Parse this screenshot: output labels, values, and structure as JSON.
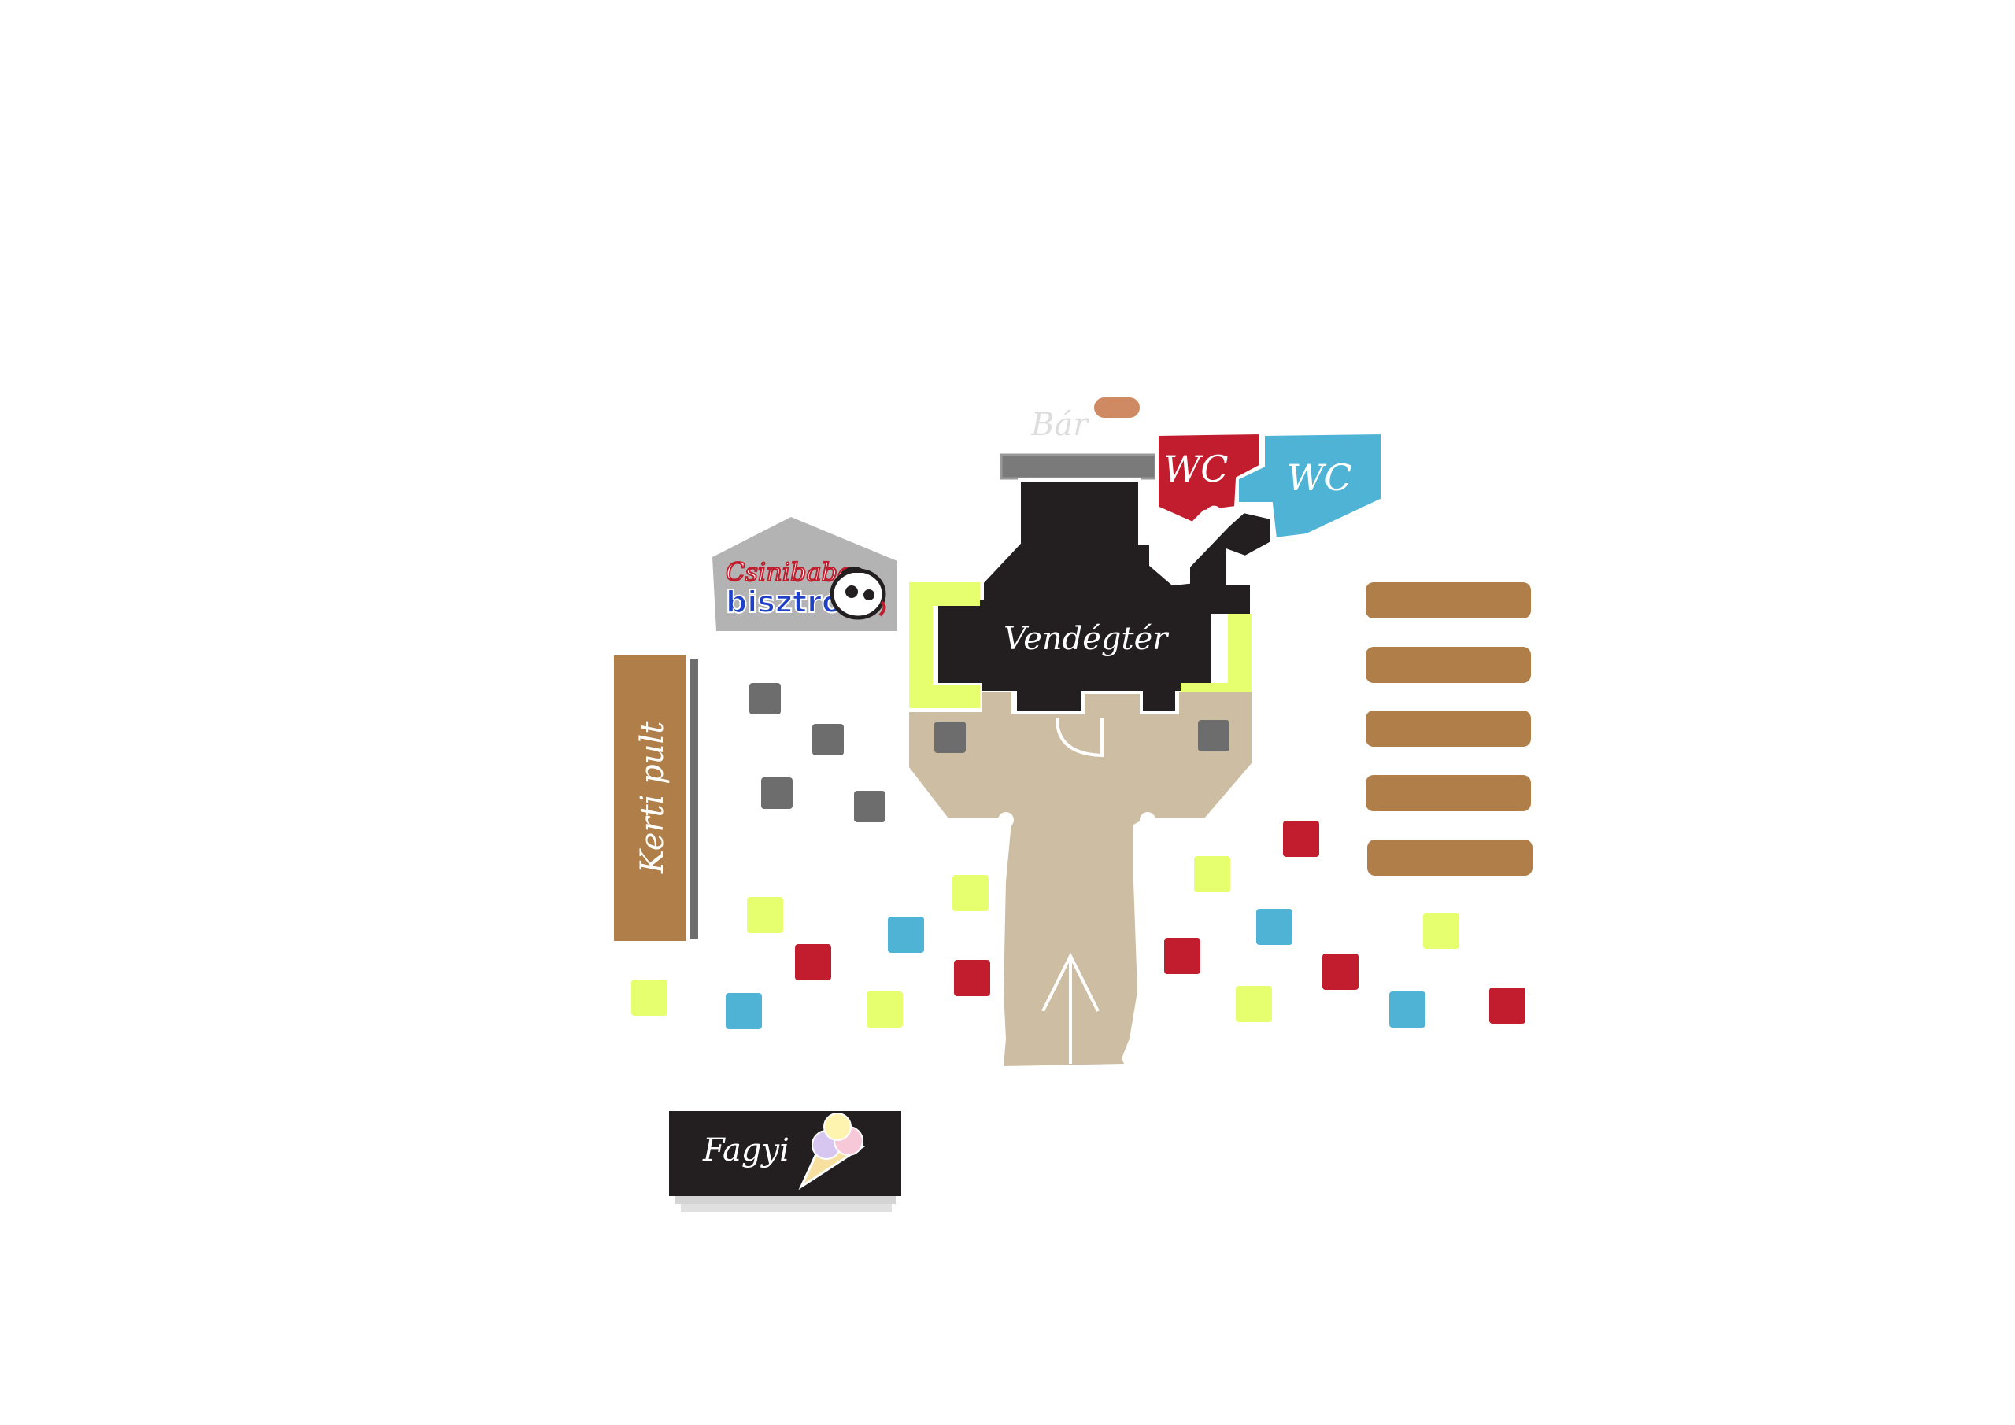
{
  "labels": {
    "bar": "Bár",
    "wc_women": "WC",
    "wc_men": "WC",
    "guest_area": "Vendégtér",
    "garden_counter": "Kerti pult",
    "ice_cream": "Fagyi"
  },
  "logo": {
    "line1": "Csinibaba",
    "line2": "bisztró",
    "mascot": "baby-face-icon"
  },
  "icons": {
    "ice_cream": "ice-cream-cone-icon",
    "entrance": "entrance-arrow-icon"
  },
  "colors": {
    "background": "#ffffff",
    "building": "#231f20",
    "terrace_floor": "#cdbda2",
    "yellow_table": "#e6ff6e",
    "blue_table": "#4fb3d6",
    "red_table": "#c11d2e",
    "gray_table": "#6d6d6d",
    "wood": "#b07f49",
    "wc_women": "#c11d2e",
    "wc_men": "#4fb3d6",
    "logo_panel": "#b3b3b3",
    "bar_counter": "#7a7a7a",
    "bar_label": "#dddddd",
    "tap": "#cf8a63"
  }
}
